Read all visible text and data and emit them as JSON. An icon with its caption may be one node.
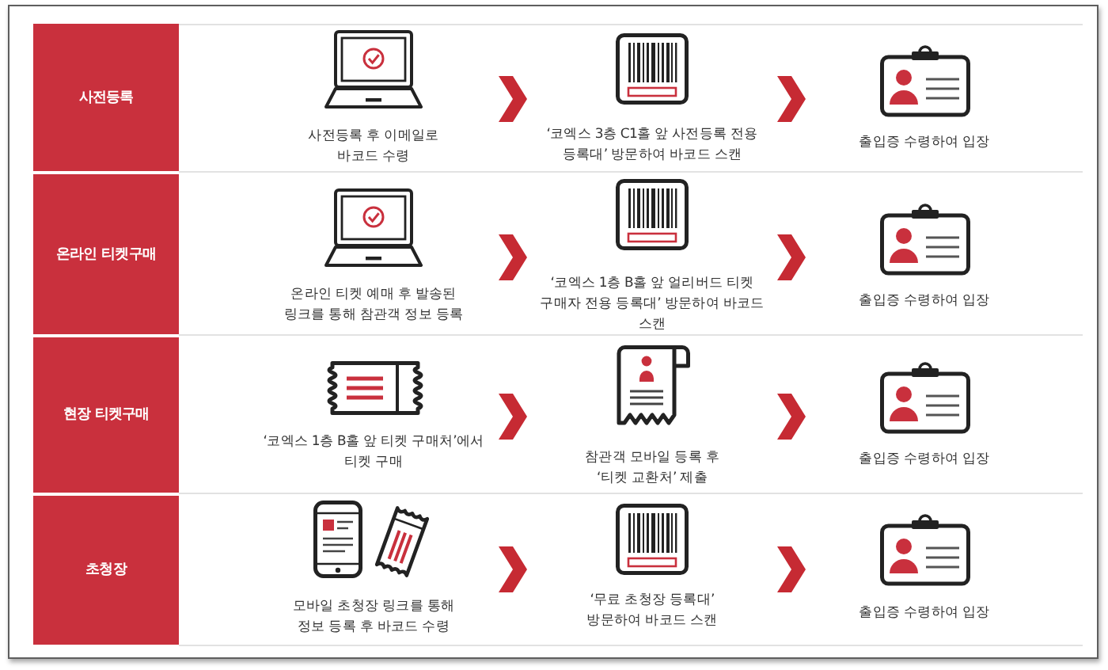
{
  "diagram": {
    "nodes": [
      {
        "text": [
          "사전등록"
        ]
      },
      {
        "text": [
          "사전등록 후 이메일로 바코드 수령"
        ]
      },
      {
        "text": [
          "‘코엑스 3층 C1홀 앞 사전등록 전용 등록대’ 방문하여 바코드 스캔"
        ]
      },
      {
        "text": [
          "출입증 수령하여 입장"
        ]
      },
      {
        "text": [
          "온라인 티켓구매"
        ]
      },
      {
        "text": [
          "온라인 티켓 예매 후 발송된 링크를 통해 참관객 정보 등록"
        ]
      },
      {
        "text": [
          "‘코엑스 1층 B홀 앞 얼리버드 티켓 구매자 전용 등록대’ 방문하여 바코드 스캔"
        ]
      },
      {
        "text": [
          "출입증 수령하여 입장"
        ]
      },
      {
        "text": [
          "현장 티켓구매"
        ]
      },
      {
        "text": [
          "‘코엑스 1층 B홀 앞 티켓 구매처’에서 티켓 구매"
        ]
      },
      {
        "text": [
          "참관객 모바일 등록 후 ‘티켓 교환처’ 제출"
        ]
      },
      {
        "text": [
          "출입증 수령하여 입장"
        ]
      },
      {
        "text": [
          "초청장"
        ]
      },
      {
        "text": [
          "모바일 초청장 링크를 통해 정보 등록 후 바코드 수령"
        ]
      },
      {
        "text": [
          "‘무료 초청장 등록대’ 방문하여 바코드 스캔"
        ]
      },
      {
        "text": [
          "출입증 수령하여 입장"
        ]
      }
    ],
    "edges": [
      {
        "from": 1,
        "to": 2,
        "arrow": "to"
      },
      {
        "from": 2,
        "to": 3,
        "arrow": "to"
      },
      {
        "from": 5,
        "to": 6,
        "arrow": "to"
      },
      {
        "from": 6,
        "to": 7,
        "arrow": "to"
      },
      {
        "from": 9,
        "to": 10,
        "arrow": "to"
      },
      {
        "from": 10,
        "to": 11,
        "arrow": "to"
      },
      {
        "from": 13,
        "to": 14,
        "arrow": "to"
      },
      {
        "from": 14,
        "to": 15,
        "arrow": "to"
      }
    ]
  }
}
